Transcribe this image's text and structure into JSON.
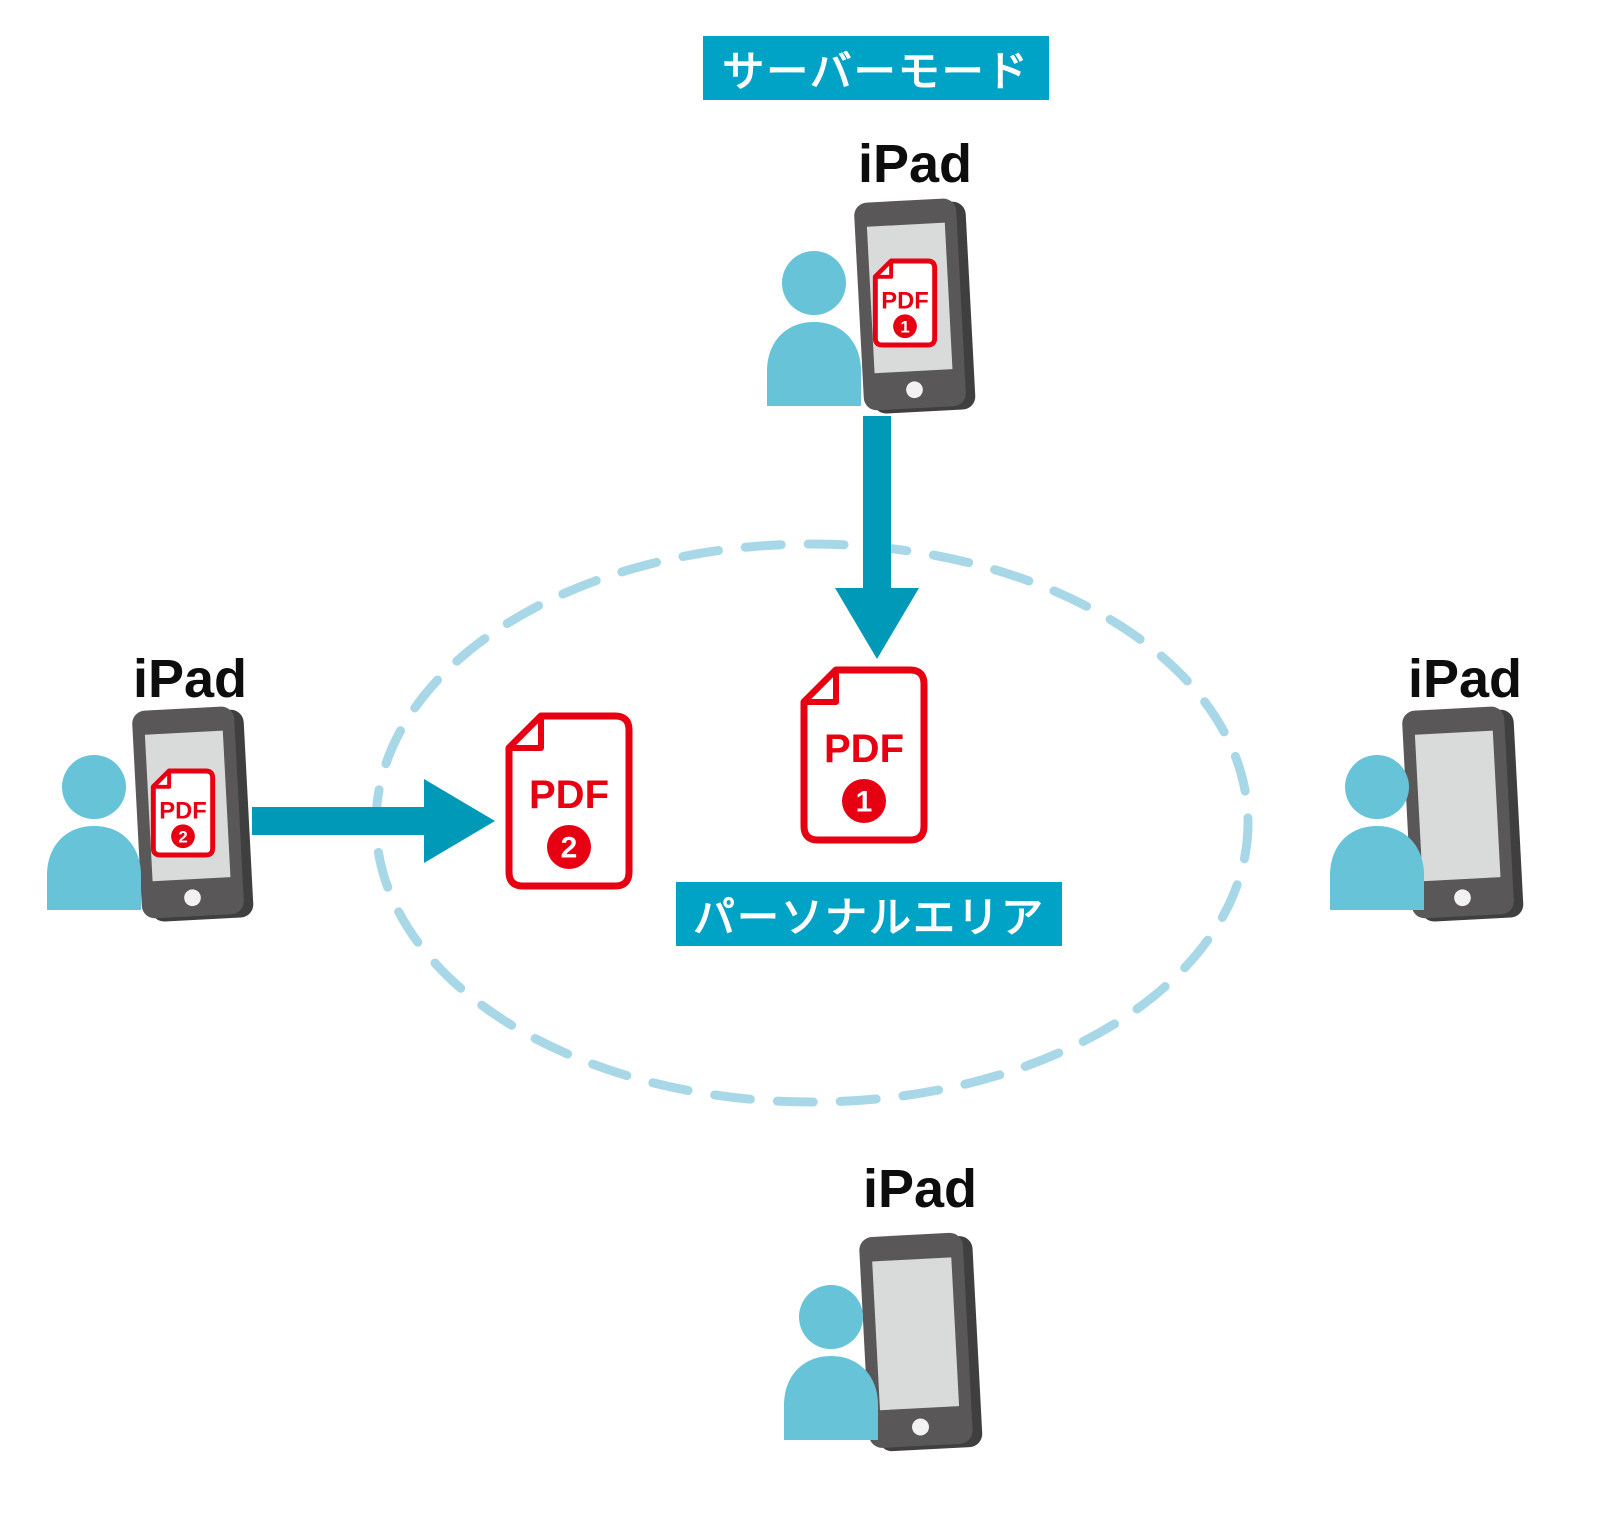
{
  "labels": {
    "server_mode": "サーバーモード",
    "personal_area": "パーソナルエリア"
  },
  "devices": {
    "top": {
      "label": "iPad"
    },
    "left": {
      "label": "iPad"
    },
    "right": {
      "label": "iPad"
    },
    "bottom": {
      "label": "iPad"
    }
  },
  "pdfs": {
    "pdf1": {
      "label": "PDF",
      "number": "1"
    },
    "pdf2": {
      "label": "PDF",
      "number": "2"
    }
  },
  "colors": {
    "banner_teal": "#00a3c6",
    "arrow_teal": "#0099b8",
    "person_blue": "#66c3d8",
    "dashed_ellipse_blue": "#a8d8e8",
    "pdf_red": "#e60012",
    "device_body_gray": "#595757",
    "device_side_gray": "#403f3f",
    "device_screen_gray": "#d9dada"
  }
}
